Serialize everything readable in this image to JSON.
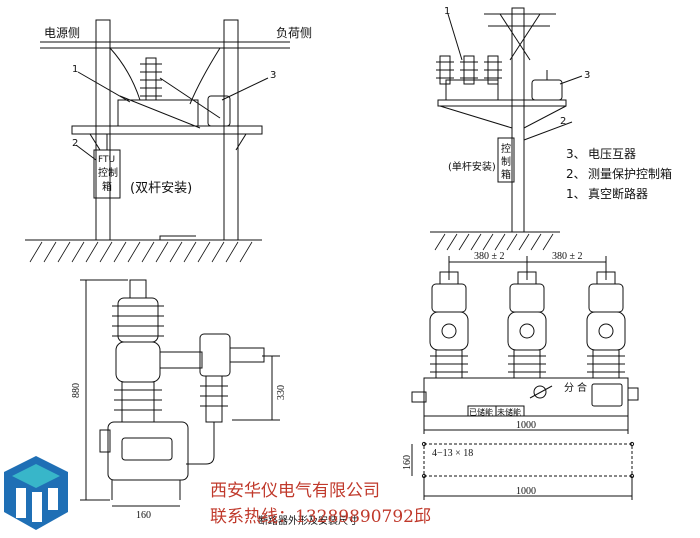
{
  "top_left": {
    "source_side": "电源侧",
    "load_side": "负荷侧",
    "callout_1": "1",
    "callout_2": "2",
    "callout_3": "3",
    "box_line1": "FTU",
    "box_line2": "控制",
    "box_line3": "箱",
    "install_label": "(双杆安装)"
  },
  "top_right": {
    "callout_1": "1",
    "callout_2": "2",
    "callout_3": "3",
    "box_line1": "控",
    "box_line2": "制",
    "box_line3": "箱",
    "install_label": "(单杆安装)"
  },
  "legend": [
    {
      "num": "3、",
      "text": "电压互器"
    },
    {
      "num": "2、",
      "text": "测量保护控制箱"
    },
    {
      "num": "1、",
      "text": "真空断路器"
    }
  ],
  "side_view": {
    "height_dim": "880",
    "arm_dim": "330",
    "base_dim": "160"
  },
  "front_view": {
    "spacing_left": "380 ± 2",
    "spacing_right": "380 ± 2",
    "switch_label": "分",
    "close_label": "合",
    "stored_label": "已储能",
    "unstored_label": "未储能",
    "width_dim": "1000",
    "plan_width_dim": "1000",
    "plan_depth_dim": "160",
    "holes_label": "4−13 × 18"
  },
  "caption": "断路器外形及安装尺寸",
  "watermark": {
    "line1": "西安华仪电气有限公司",
    "line2": "联系热线：13289890792邱"
  },
  "colors": {
    "line": "#111111",
    "watermark": "#c0392b",
    "logo_blue": "#1f6fb5",
    "logo_cyan": "#38b6c9"
  }
}
